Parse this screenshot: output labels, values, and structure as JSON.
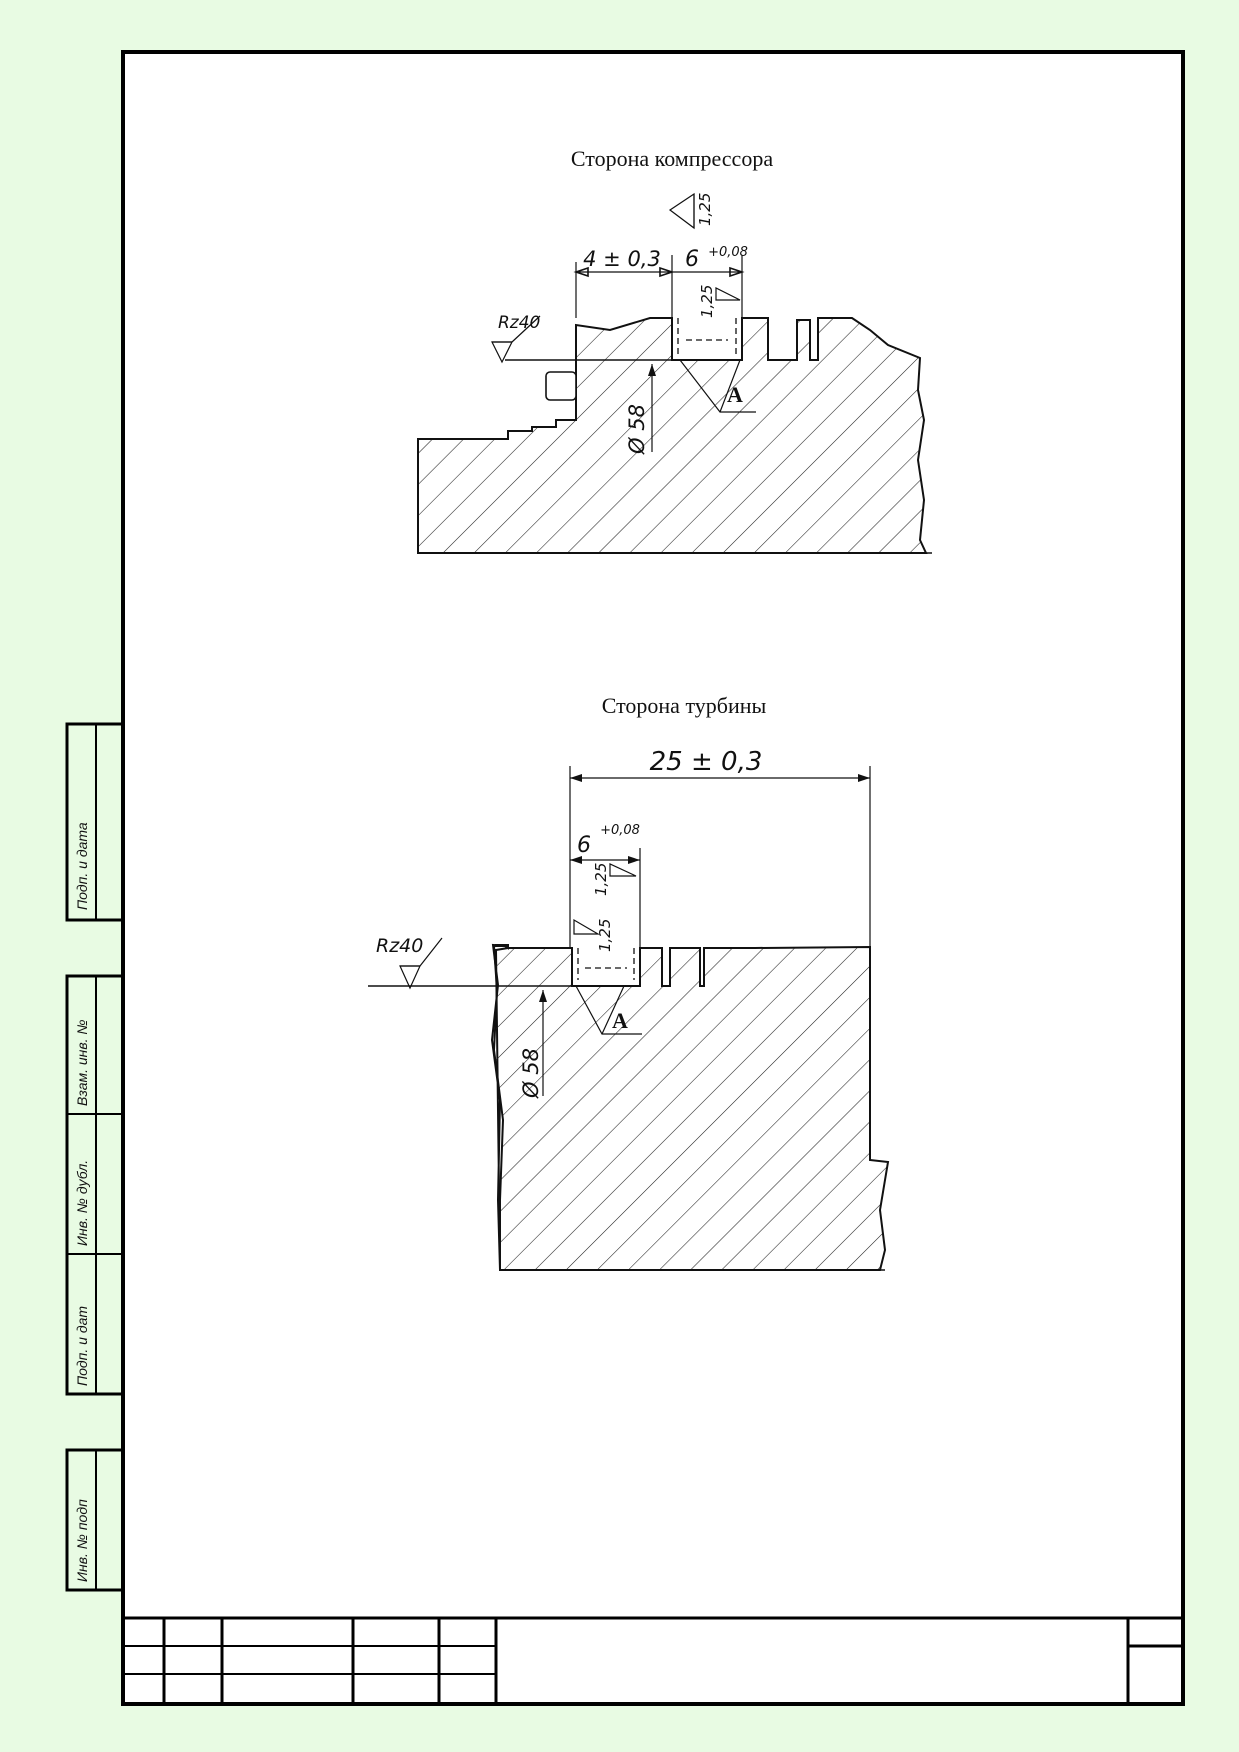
{
  "views": {
    "compressor": {
      "title": "Сторона компрессора",
      "dim_offset": "4 ± 0,3",
      "dim_width": "6",
      "dim_width_tol": "+0,08",
      "roughness_top": "1,25",
      "roughness_wall": "1,25",
      "roughness_face": "Rz40",
      "diameter": "Ø 58",
      "callout": "А"
    },
    "turbine": {
      "title": "Сторона турбины",
      "dim_overall": "25 ± 0,3",
      "dim_width": "6",
      "dim_width_tol": "+0,08",
      "roughness_top": "1,25",
      "roughness_wall": "1,25",
      "roughness_face": "Rz40",
      "diameter": "Ø 58",
      "callout": "А"
    }
  },
  "side_stamp": {
    "field_1": "Подп. и дата",
    "field_2": "Взам. инв. №",
    "field_3": "Инв. № дубл.",
    "field_4": "Подп. и дат",
    "field_5": "Инв. № подп"
  }
}
